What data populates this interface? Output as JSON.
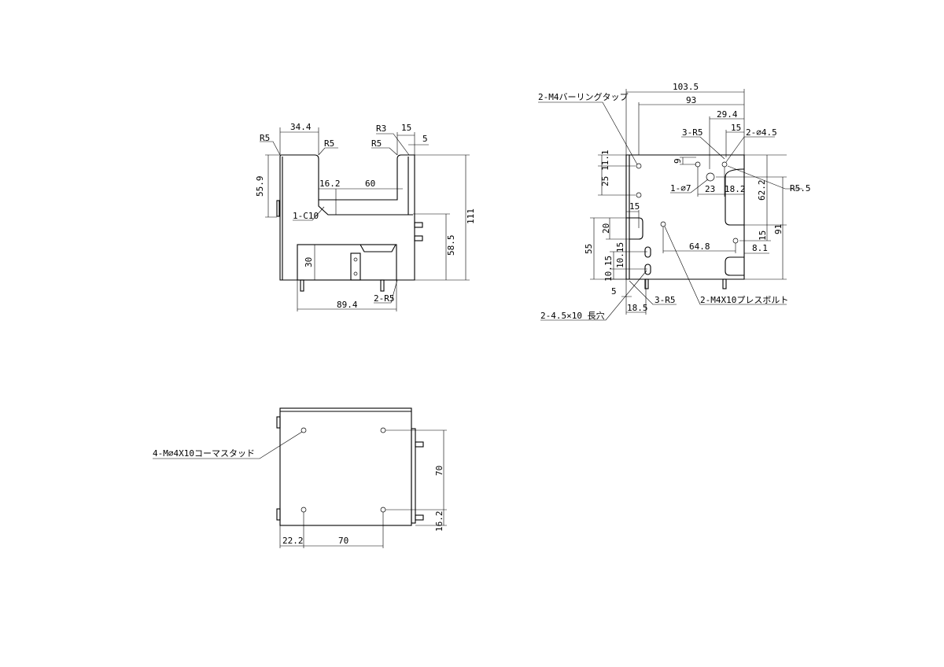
{
  "front_view": {
    "dims": {
      "w34_4": "34.4",
      "h55_9": "55.9",
      "d16_2": "16.2",
      "d60": "60",
      "h111": "111",
      "h58_5": "58.5",
      "h30": "30",
      "w89_4": "89.4",
      "w15": "15",
      "w5": "5"
    },
    "notes": {
      "r5_left": "R5",
      "r5_mid": "R5",
      "r3": "R3",
      "r5_right": "R5",
      "c10": "1-C10",
      "r5_bottom": "2-R5"
    }
  },
  "side_view": {
    "dims": {
      "w103_5": "103.5",
      "w93": "93",
      "w29_4": "29.4",
      "w15a": "15",
      "h11_1": "11.1",
      "h25": "25",
      "h9": "9",
      "w23": "23",
      "w18_2": "18.2",
      "h62_2": "62.2",
      "h91": "91",
      "w15b": "15",
      "h20": "20",
      "h55": "55",
      "h10_15a": "10.15",
      "h10_15b": "10.15",
      "w64_8": "64.8",
      "h15": "15",
      "w8_1": "8.1",
      "w5": "5",
      "w18_5": "18.5"
    },
    "notes": {
      "burring_tap": "2-M4バーリングタップ",
      "r5_top": "3-R5",
      "hole_45": "2-∅4.5",
      "hole_7": "1-∅7",
      "r5_5": "R5.5",
      "slot": "2-4.5×10 長穴",
      "r5_bottom": "3-R5",
      "press_bolt": "2-M4X10プレスボルト"
    }
  },
  "bottom_view": {
    "dims": {
      "h70": "70",
      "h16_2": "16.2",
      "w22_2": "22.2",
      "w70": "70"
    },
    "notes": {
      "stud": "4-M∅4X10コーマスタッド"
    }
  }
}
